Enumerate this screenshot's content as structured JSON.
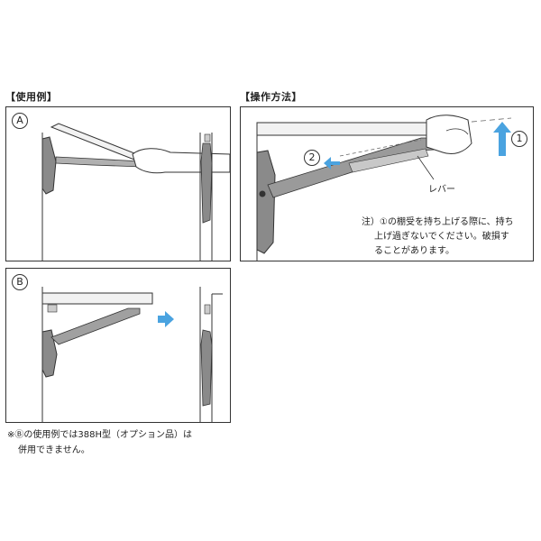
{
  "headings": {
    "usage": "【使用例】",
    "operation": "【操作方法】"
  },
  "panels": {
    "a_label": "A",
    "b_label": "B"
  },
  "operation": {
    "step1": "1",
    "step2": "2",
    "lever_label": "レバー",
    "note_lines": [
      "注）①の棚受を持ち上げる際に、持ち",
      "上げ過ぎないでください。破損す",
      "ることがあります。"
    ]
  },
  "footnote_lines": [
    "※Ⓑの使用例では388H型（オプション品）は",
    "併用できません。"
  ],
  "colors": {
    "arrow_blue": "#4aa3e0",
    "bracket_gray": "#8a8a8a",
    "shelf_light": "#f2f2f2",
    "line": "#333333"
  }
}
